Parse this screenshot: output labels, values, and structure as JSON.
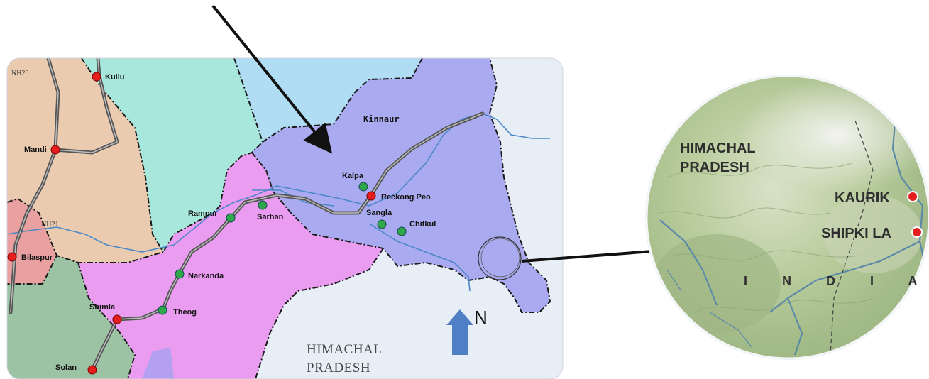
{
  "map": {
    "districts": [
      "Kinnaur"
    ],
    "state_label": [
      "HIMACHAL",
      "PRADESH"
    ],
    "roads": [
      "NH20",
      "NH21"
    ],
    "towns_red": [
      {
        "name": "Kullu"
      },
      {
        "name": "Mandi"
      },
      {
        "name": "Bilaspur"
      },
      {
        "name": "Shimla"
      },
      {
        "name": "Solan"
      },
      {
        "name": "Reckong Peo"
      }
    ],
    "towns_green": [
      {
        "name": "Kalpa"
      },
      {
        "name": "Rampur"
      },
      {
        "name": "Sarhan"
      },
      {
        "name": "Sangla"
      },
      {
        "name": "Chitkul"
      },
      {
        "name": "Narkanda"
      },
      {
        "name": "Theog"
      }
    ],
    "north_label": "N",
    "colors": {
      "kinnaur": "#aaaaf0",
      "shimla": "#ea9cf0",
      "kullu": "#a8e8dc",
      "lahaul": "#b0dcf4",
      "mandi": "#ebcbb0",
      "bilaspur": "#e8a0a0",
      "solan": "#9cc4a4",
      "outside": "#e8eef6",
      "river": "#4a88c8",
      "road": "#555555",
      "town_red": "#e51d1d",
      "town_green": "#2ea84a",
      "north_arrow": "#4f7fc4"
    }
  },
  "inset": {
    "labels": [
      "HIMACHAL",
      "PRADESH"
    ],
    "places": [
      {
        "name": "KAURIK"
      },
      {
        "name": "SHIPKI LA"
      }
    ],
    "country": "I N D I A"
  }
}
